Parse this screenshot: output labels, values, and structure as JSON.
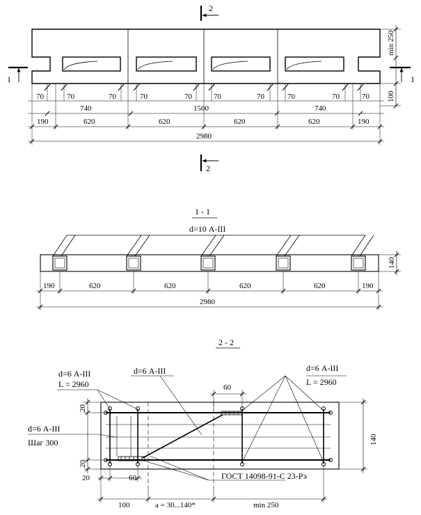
{
  "plan": {
    "dims_segments": [
      "190",
      "620",
      "620",
      "620",
      "620",
      "190"
    ],
    "dims_mid": [
      "740",
      "1500",
      "740"
    ],
    "dim_total": "2980",
    "notch_dim": "70",
    "dim_height_top": "min 250",
    "dim_height_bottom": "100",
    "cut_marker_1": "1",
    "cut_marker_2": "2"
  },
  "section_11": {
    "title": "1 - 1",
    "rebar_label": "d=10 А-III",
    "dims_segments": [
      "190",
      "620",
      "620",
      "620",
      "620",
      "190"
    ],
    "dim_total": "2980",
    "dim_height": "140"
  },
  "section_22": {
    "title": "2 - 2",
    "label_top_center": "d=6 А-III",
    "label_left_top_1": "d=6 А-III",
    "label_left_top_2": "L = 2960",
    "label_right_top_1": "d=6 А-III",
    "label_right_top_2": "L = 2960",
    "label_left_mid_1": "d=6 А-III",
    "label_left_mid_2": "Шаг 300",
    "standard_label": "ГОСТ 14098-91-С 23-Рэ",
    "dim_60_top": "60",
    "dim_20_top": "20",
    "dim_20_bottom": "20",
    "dim_20_left": "20",
    "dim_60_bottom": "60",
    "dim_100": "100",
    "dim_a": "a = 30...140*",
    "dim_min250": "min 250",
    "dim_140": "140"
  }
}
